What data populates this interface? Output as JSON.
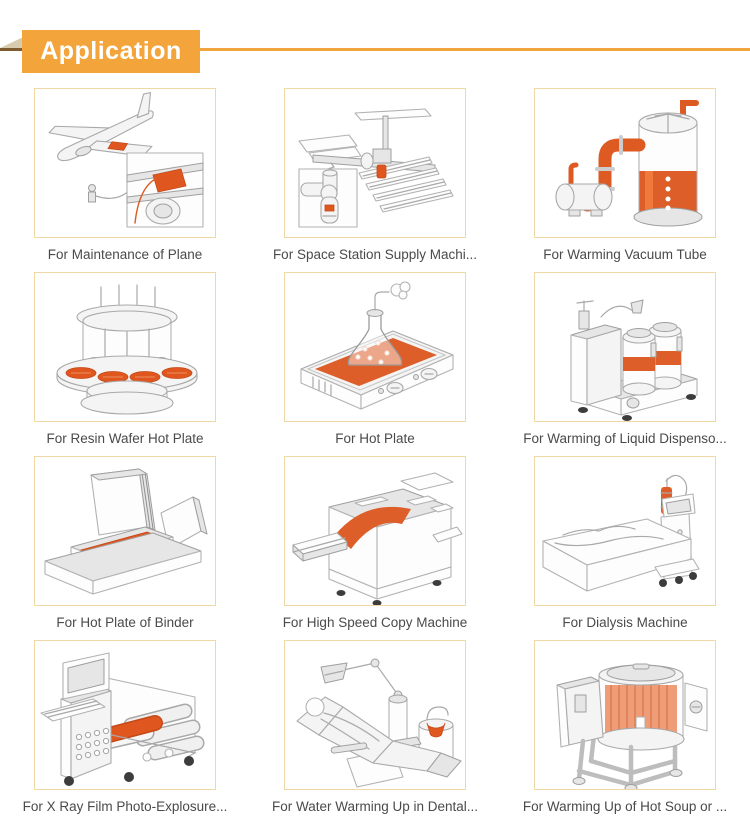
{
  "header": {
    "title": "Application",
    "banner_color": "#f3a43b",
    "line_color": "#efa63e",
    "fold_color": "#d9ccae"
  },
  "colors": {
    "accent_orange": "#e0561f",
    "heater_orange": "#dd5e28",
    "image_box_border": "#f0d8a5",
    "caption_text": "#4a4a4a"
  },
  "grid": {
    "items": [
      {
        "caption": "For Maintenance of Plane",
        "icon": "plane-maintenance-illustration"
      },
      {
        "caption": "For Space Station Supply Machi...",
        "icon": "space-station-illustration"
      },
      {
        "caption": "For Warming Vacuum Tube",
        "icon": "vacuum-tube-illustration"
      },
      {
        "caption": "For Resin Wafer Hot Plate",
        "icon": "resin-wafer-hot-plate-illustration"
      },
      {
        "caption": "For Hot Plate",
        "icon": "hot-plate-illustration"
      },
      {
        "caption": "For Warming of Liquid Dispenso...",
        "icon": "liquid-dispenser-illustration"
      },
      {
        "caption": "For Hot Plate of Binder",
        "icon": "binder-hot-plate-illustration"
      },
      {
        "caption": "For High Speed Copy Machine",
        "icon": "copy-machine-illustration"
      },
      {
        "caption": "For Dialysis Machine",
        "icon": "dialysis-machine-illustration"
      },
      {
        "caption": "For X Ray Film Photo-Explosure...",
        "icon": "xray-film-machine-illustration"
      },
      {
        "caption": "For Water Warming Up in Dental...",
        "icon": "dental-chair-illustration"
      },
      {
        "caption": "For Warming Up of Hot Soup or ...",
        "icon": "soup-kettle-illustration"
      }
    ]
  }
}
